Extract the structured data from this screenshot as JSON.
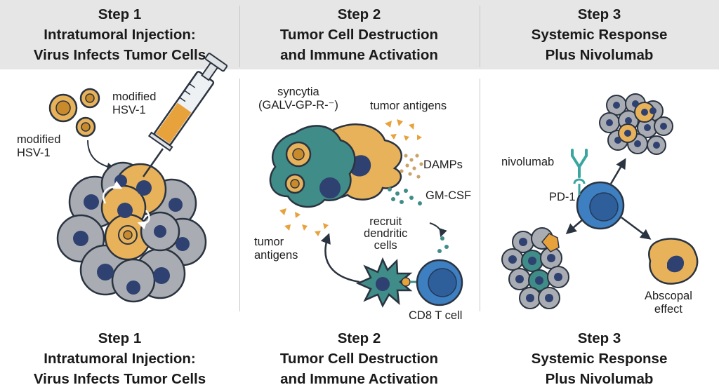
{
  "steps": [
    {
      "step": "Step 1",
      "line1": "Intratumoral Injection:",
      "line2": "Virus Infects Tumor Cells"
    },
    {
      "step": "Step 2",
      "line1": "Tumor Cell Destruction",
      "line2": "and Immune Activation"
    },
    {
      "step": "Step 3",
      "line1": "Systemic Response",
      "line2": "Plus Nivolumab"
    }
  ],
  "panel1": {
    "virus_label_top": [
      "modified",
      "HSV-1"
    ],
    "virus_label_left": [
      "modified",
      "HSV-1"
    ]
  },
  "panel2": {
    "syncytia": [
      "syncytia",
      "(GALV-GP-R-⁻)"
    ],
    "tumor_antigens_top": "tumor antigens",
    "damps": "DAMPs",
    "gmcsf": "GM-CSF",
    "recruit": [
      "recruit",
      "dendritic",
      "cells"
    ],
    "tumor_antigens_left": [
      "tumor",
      "antigens"
    ],
    "cd8": "CD8 T cell"
  },
  "panel3": {
    "nivolumab": "nivolumab",
    "pd1": "PD-1",
    "abscopal": [
      "Abscopal",
      "effect"
    ]
  },
  "colors": {
    "header_band": "#e6e6e6",
    "tumor_gray": "#a9adb3",
    "nucleus_navy": "#2e4170",
    "infected_orange": "#e8b25a",
    "teal": "#3f8c88",
    "tcell_blue": "#3d7fc0",
    "outline": "#2a3340"
  }
}
